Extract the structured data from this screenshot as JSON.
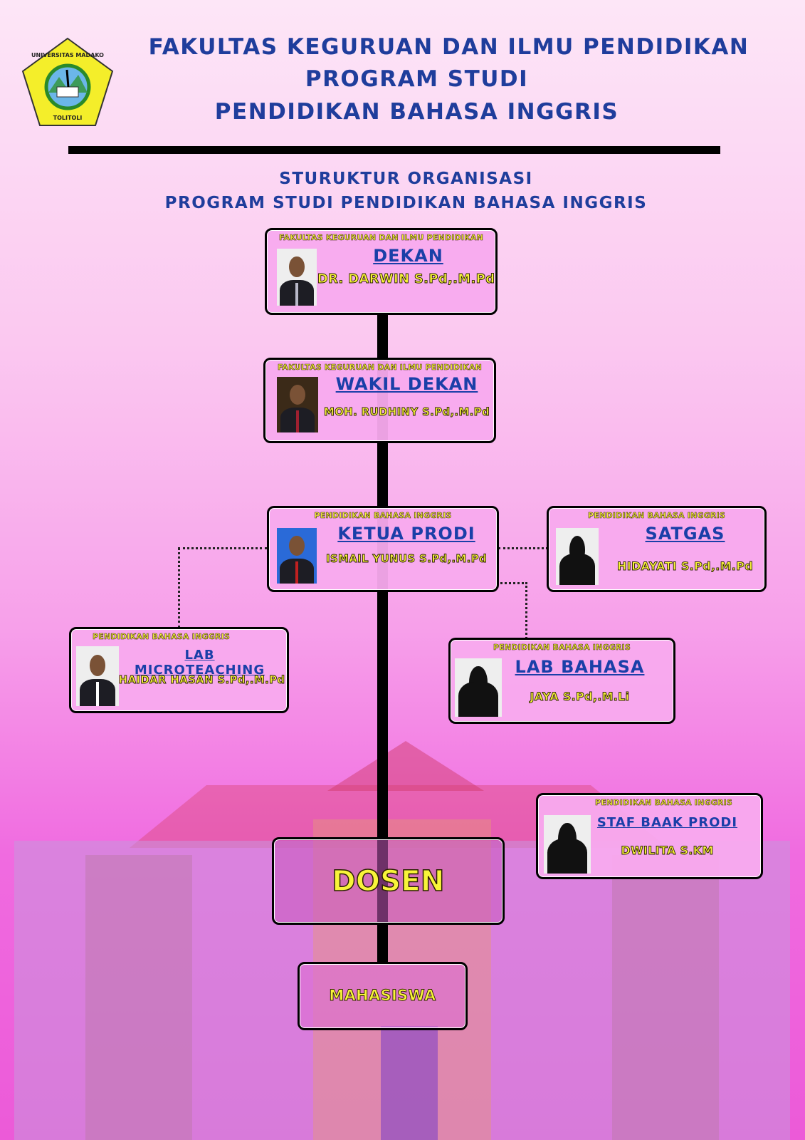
{
  "header": {
    "logo_text": [
      "UNIVERSITAS MADAKO",
      "TOLITOLI"
    ],
    "line1": "FAKULTAS KEGURUAN DAN ILMU PENDIDIKAN",
    "line2": "PROGRAM STUDI",
    "line3": "PENDIDIKAN BAHASA INGGRIS"
  },
  "subtitle": {
    "line1": "STURUKTUR ORGANISASI",
    "line2": "PROGRAM STUDI PENDIDIKAN BAHASA INGGRIS"
  },
  "nodes": {
    "dekan": {
      "unit": "FAKULTAS KEGURUAN DAN ILMU PENDIDIKAN",
      "role": "DEKAN",
      "name": "DR. DARWIN S.Pd,.M.Pd"
    },
    "wakil": {
      "unit": "FAKULTAS KEGURUAN DAN ILMU PENDIDIKAN",
      "role": "WAKIL DEKAN",
      "name": "MOH. RUDHINY S.Pd,.M.Pd"
    },
    "ketua": {
      "unit": "PENDIDIKAN BAHASA INGGRIS",
      "role": "KETUA PRODI",
      "name": "ISMAIL YUNUS S.Pd,.M.Pd"
    },
    "satgas": {
      "unit": "PENDIDIKAN BAHASA INGGRIS",
      "role": "SATGAS",
      "name": "HIDAYATI S.Pd,.M.Pd"
    },
    "micro": {
      "unit": "PENDIDIKAN BAHASA INGGRIS",
      "role": "LAB MICROTEACHING",
      "name": "HAIDAR HASAN S.Pd,.M.Pd"
    },
    "bahasa": {
      "unit": "PENDIDIKAN BAHASA INGGRIS",
      "role": "LAB BAHASA",
      "name": "JAYA S.Pd,.M.Li"
    },
    "staf": {
      "unit": "PENDIDIKAN BAHASA INGGRIS",
      "role": "STAF BAAK PRODI",
      "name": "DWILITA S.KM"
    },
    "dosen": {
      "role": "DOSEN"
    },
    "mahasiswa": {
      "role": "MAHASISWA"
    }
  },
  "colors": {
    "title": "#1f3d9c",
    "name": "#f8f43a",
    "role": "#1a3fa8"
  }
}
